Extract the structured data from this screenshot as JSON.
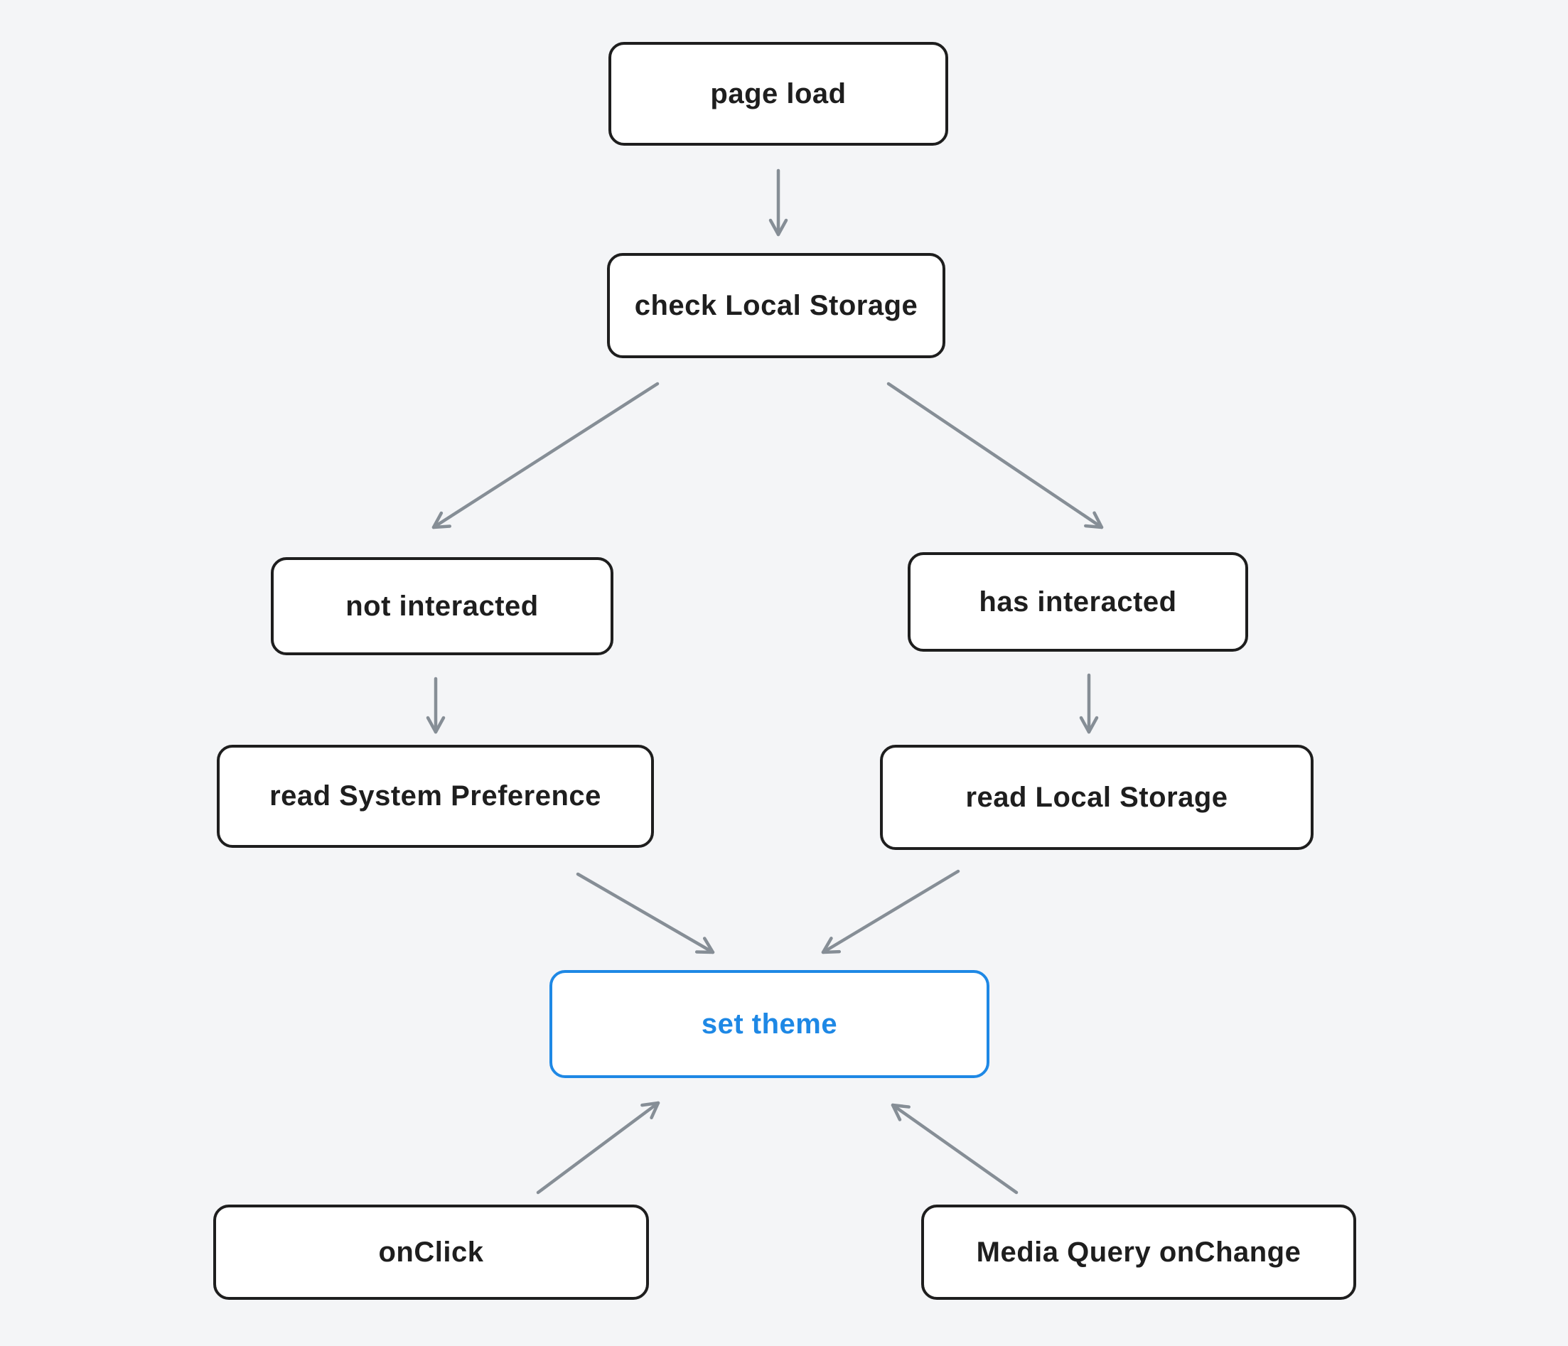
{
  "diagram": {
    "colors": {
      "background": "#f4f5f7",
      "node_fill": "#ffffff",
      "node_stroke": "#1e1e1e",
      "accent": "#1e88e5",
      "arrow": "#868e96"
    },
    "nodes": [
      {
        "id": "page-load",
        "label": "page load"
      },
      {
        "id": "check-local-storage",
        "label": "check Local Storage"
      },
      {
        "id": "not-interacted",
        "label": "not interacted"
      },
      {
        "id": "has-interacted",
        "label": "has interacted"
      },
      {
        "id": "read-system-preference",
        "label": "read System Preference"
      },
      {
        "id": "read-local-storage",
        "label": "read Local Storage"
      },
      {
        "id": "set-theme",
        "label": "set theme",
        "accent": true
      },
      {
        "id": "onclick",
        "label": "onClick"
      },
      {
        "id": "media-query-onchange",
        "label": "Media Query onChange"
      }
    ],
    "edges": [
      {
        "from": "page-load",
        "to": "check-local-storage"
      },
      {
        "from": "check-local-storage",
        "to": "not-interacted"
      },
      {
        "from": "check-local-storage",
        "to": "has-interacted"
      },
      {
        "from": "not-interacted",
        "to": "read-system-preference"
      },
      {
        "from": "has-interacted",
        "to": "read-local-storage"
      },
      {
        "from": "read-system-preference",
        "to": "set-theme"
      },
      {
        "from": "read-local-storage",
        "to": "set-theme"
      },
      {
        "from": "onclick",
        "to": "set-theme"
      },
      {
        "from": "media-query-onchange",
        "to": "set-theme"
      }
    ]
  }
}
